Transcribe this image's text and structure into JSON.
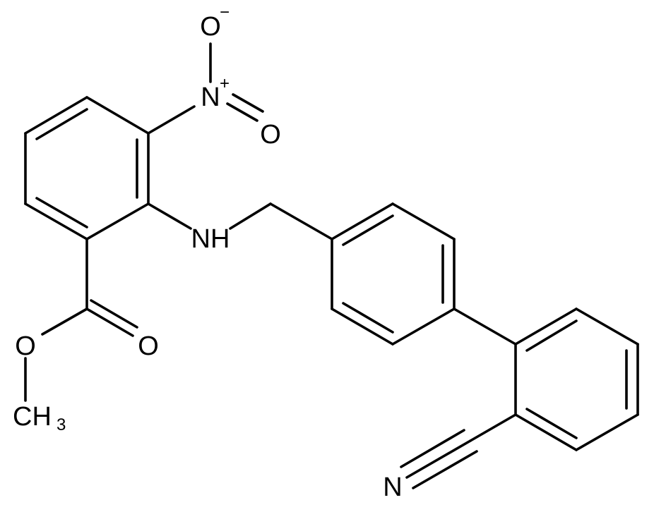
{
  "molecule": {
    "atoms": {
      "nitro_o_minus": {
        "symbol": "O",
        "charge": "−"
      },
      "nitro_n": {
        "symbol": "N",
        "charge": "+"
      },
      "nitro_o": {
        "symbol": "O"
      },
      "amine": {
        "symbol": "NH"
      },
      "ester_o_double": {
        "symbol": "O"
      },
      "ester_o_single": {
        "symbol": "O"
      },
      "methyl": {
        "symbol": "CH",
        "subscript": "3"
      },
      "nitrile_n": {
        "symbol": "N"
      }
    }
  },
  "colors": {
    "bond": "#000000",
    "text": "#000000",
    "background": "#ffffff"
  }
}
